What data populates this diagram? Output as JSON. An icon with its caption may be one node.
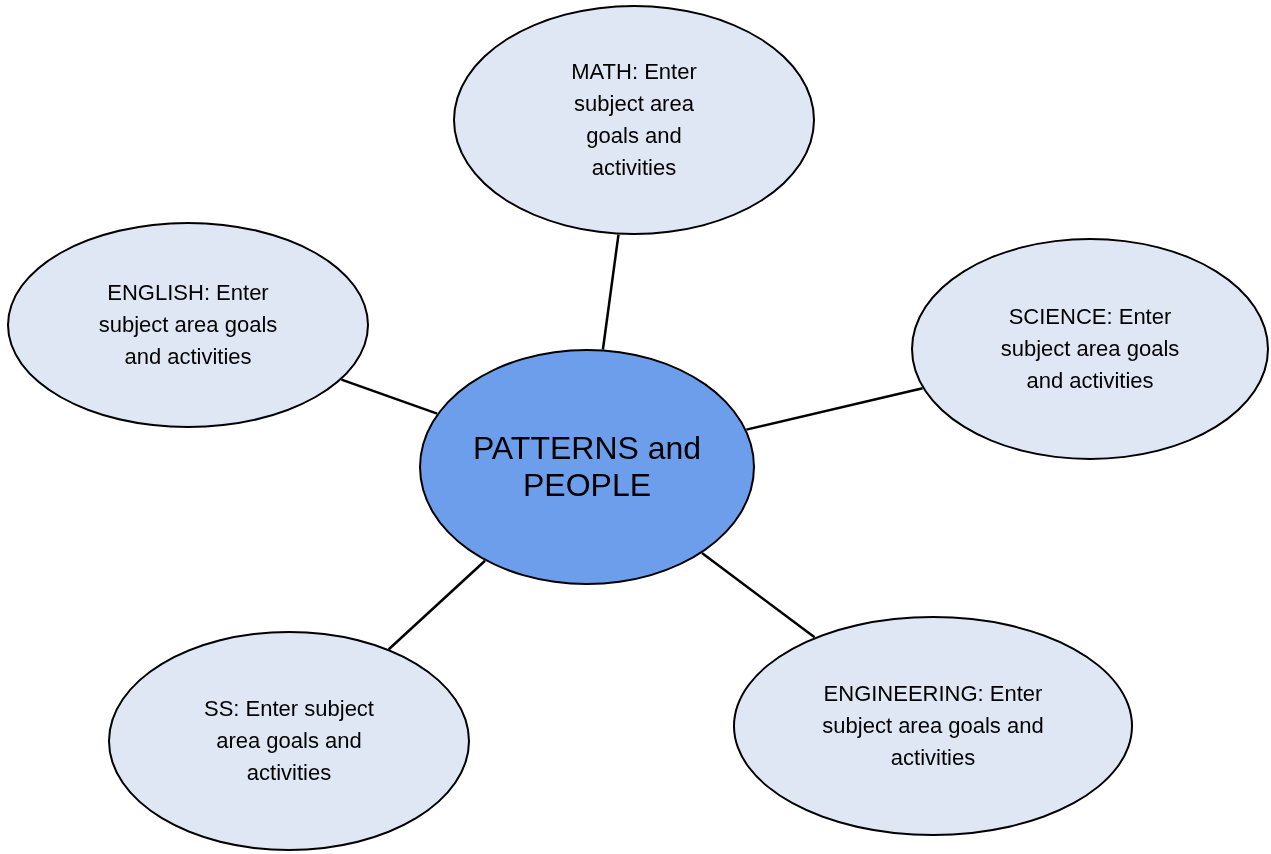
{
  "diagram": {
    "nodes": [
      {
        "text": [
          "PATTERNS and PEOPLE"
        ]
      },
      {
        "text": [
          "MATH: Enter subject area goals and activities"
        ]
      },
      {
        "text": [
          "ENGLISH: Enter subject area goals and activities"
        ]
      },
      {
        "text": [
          "SCIENCE: Enter subject area goals and activities"
        ]
      },
      {
        "text": [
          "SS: Enter subject area goals and activities"
        ]
      },
      {
        "text": [
          "ENGINEERING: Enter subject area goals and activities"
        ]
      }
    ],
    "edges": [
      {
        "from": 0,
        "to": 1,
        "arrow": "none"
      },
      {
        "from": 0,
        "to": 2,
        "arrow": "none"
      },
      {
        "from": 0,
        "to": 3,
        "arrow": "none"
      },
      {
        "from": 0,
        "to": 4,
        "arrow": "none"
      },
      {
        "from": 0,
        "to": 5,
        "arrow": "none"
      }
    ]
  }
}
